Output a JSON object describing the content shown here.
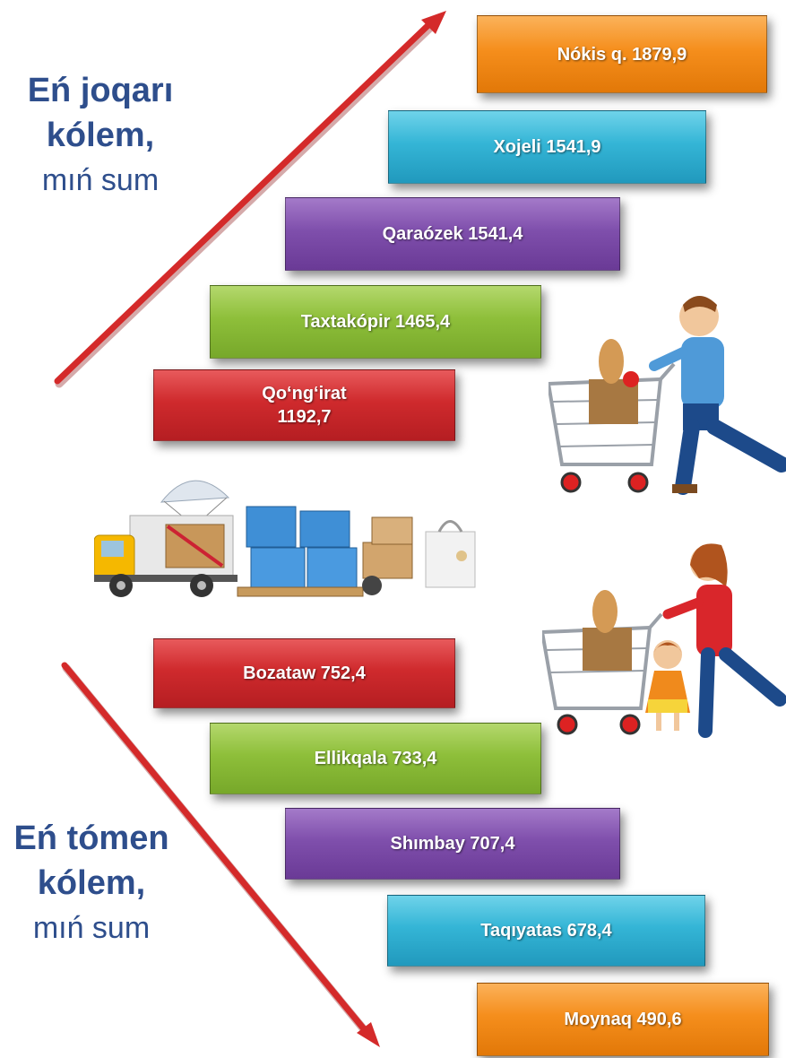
{
  "top_heading": {
    "line1": "Eń joqarı",
    "line2": "kólem,",
    "line3": "mıń sum"
  },
  "bottom_heading": {
    "line1": "Eń tómen",
    "line2": "kólem,",
    "line3": "mıń sum"
  },
  "top_bars": [
    {
      "label": "Nókis q.  1879,9",
      "color": "#f58e1c"
    },
    {
      "label": "Xojeli 1541,9",
      "color": "#34b5d6"
    },
    {
      "label": "Qaraózek 1541,4",
      "color": "#7f4fac"
    },
    {
      "label": "Taxtakópir 1465,4",
      "color": "#8ebf3a"
    },
    {
      "label": "Qo‘ng‘irat\n1192,7",
      "color": "#cf2a2d"
    }
  ],
  "bottom_bars": [
    {
      "label": "Bozataw 752,4",
      "color": "#cf2a2d"
    },
    {
      "label": "Ellikqala  733,4",
      "color": "#8ebf3a"
    },
    {
      "label": "Shımbay 707,4",
      "color": "#7f4fac"
    },
    {
      "label": "Taqıyatas 678,4",
      "color": "#34b5d6"
    },
    {
      "label": "Moynaq 490,6",
      "color": "#f58e1c"
    }
  ],
  "arrow_color": "#d42a2a",
  "heading_color": "#2e4e8c",
  "icons": [
    "trend-up-arrow-icon",
    "trend-down-arrow-icon",
    "delivery-truck-icon",
    "shopping-man-icon",
    "shopping-family-icon"
  ]
}
